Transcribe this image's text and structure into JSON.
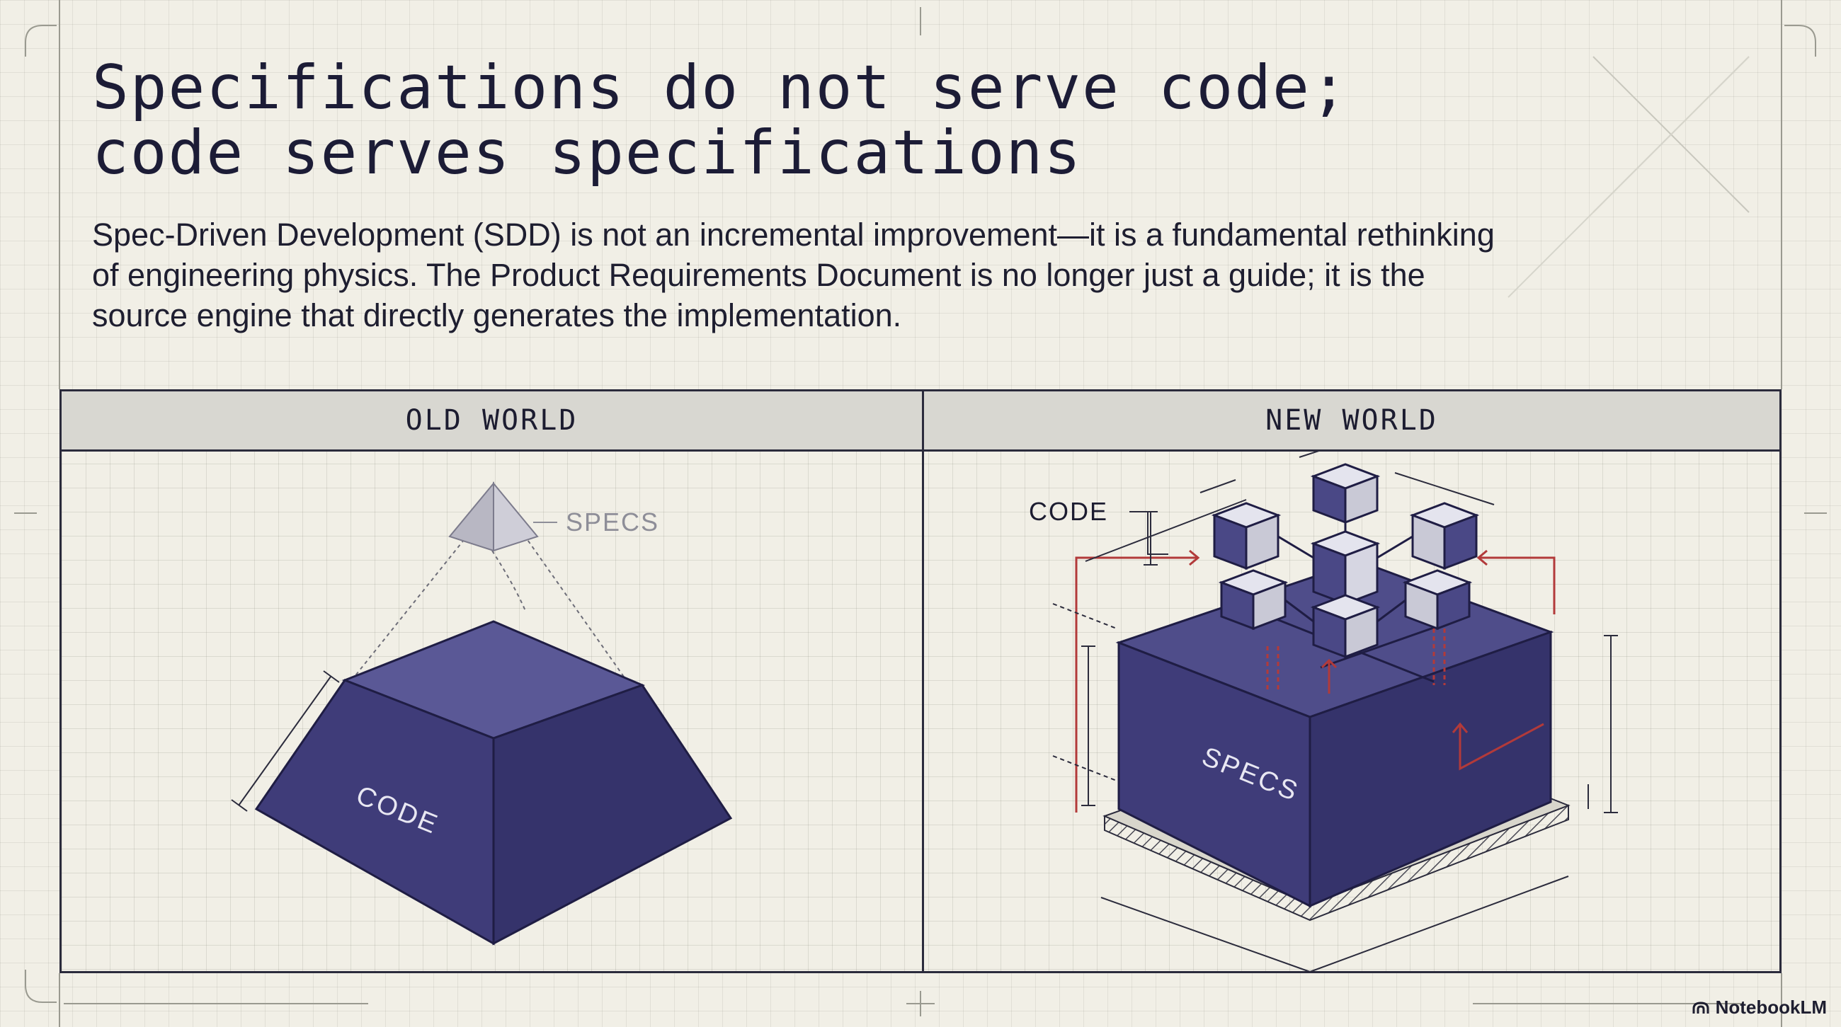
{
  "title": {
    "line1": "Specifications do not serve code;",
    "line2": "code serves specifications"
  },
  "subtitle": "Spec-Driven Development (SDD) is not an incremental improvement—it is a fundamental rethinking of engineering physics. The Product Requirements Document is no longer just a guide; it is the source engine that directly generates the implementation.",
  "panels": {
    "old": {
      "header": "OLD WORLD",
      "specs_label": "SPECS",
      "code_label": "CODE"
    },
    "new": {
      "header": "NEW WORLD",
      "code_label": "CODE",
      "specs_label": "SPECS"
    }
  },
  "brand": {
    "name": "NotebookLM",
    "icon": "notebooklm-logo-icon"
  },
  "colors": {
    "background": "#f1efe6",
    "navy_block": "#3f3c79",
    "navy_top": "#5a5896",
    "navy_dark": "#2c2a5c",
    "accent_red": "#b23a3a",
    "header_bg": "#d8d7d1"
  }
}
